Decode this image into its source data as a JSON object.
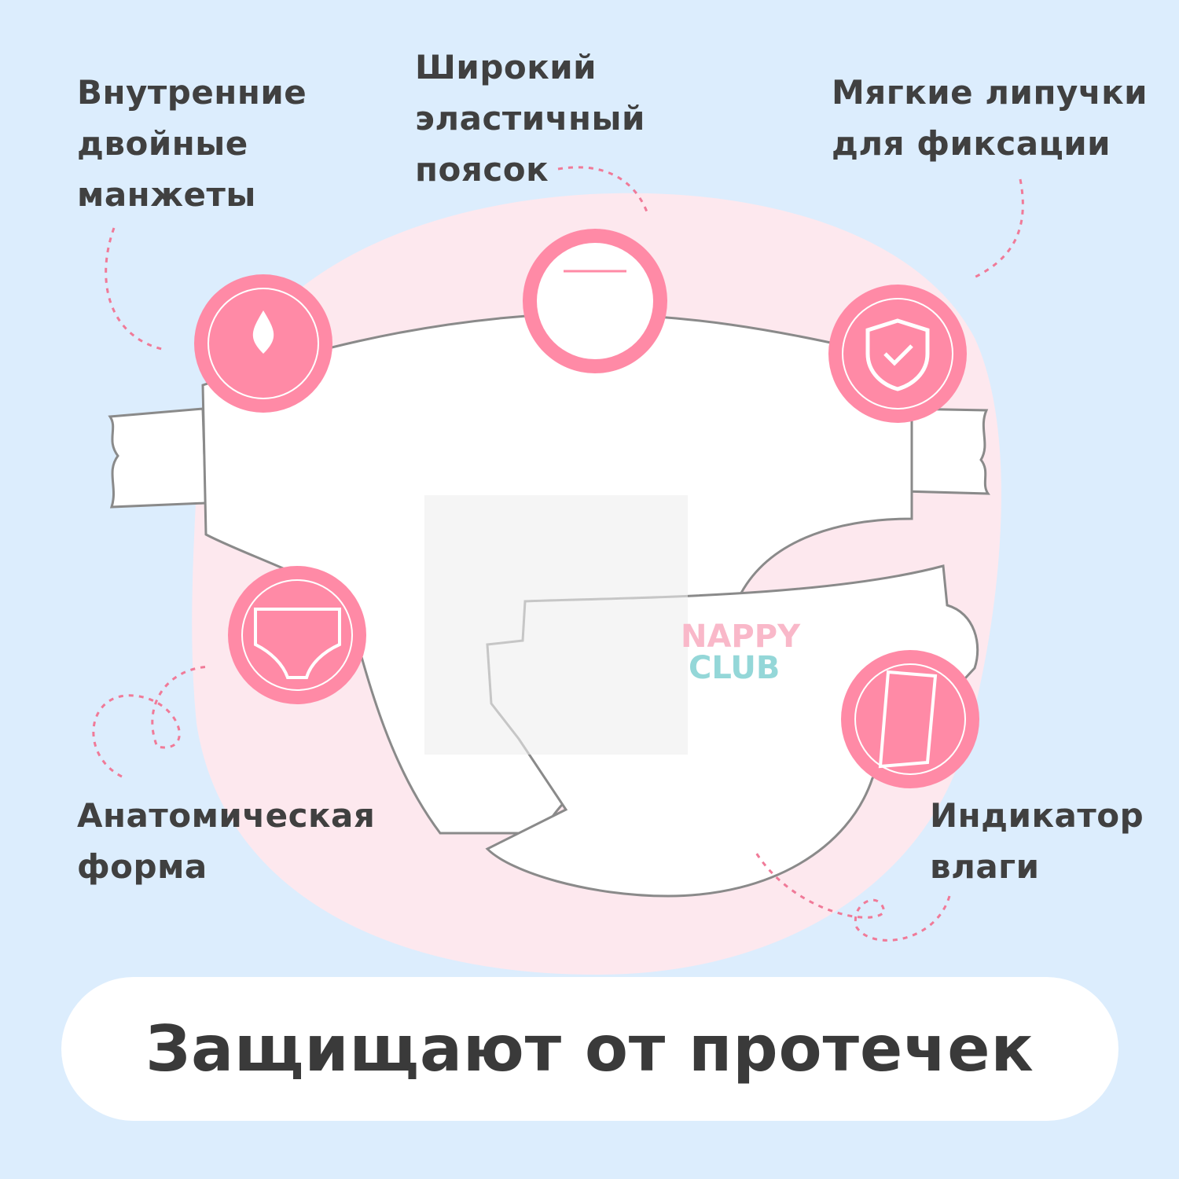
{
  "features": {
    "cuffs": "Внутренние\nдвойные\nманжеты",
    "waistband": "Широкий\nэластичный\nпоясок",
    "fasteners": "Мягкие липучки\nдля фиксации",
    "anatomic": "Анатомическая\nформа",
    "indicator": "Индикатор\nвлаги"
  },
  "logo": {
    "line1": "NAPPY",
    "line2": "CLUB"
  },
  "banner": "Защищают от протечек",
  "colors": {
    "background": "#dcedfd",
    "blob": "#fde8ee",
    "badge": "#ff8aa6",
    "text": "#404040"
  }
}
